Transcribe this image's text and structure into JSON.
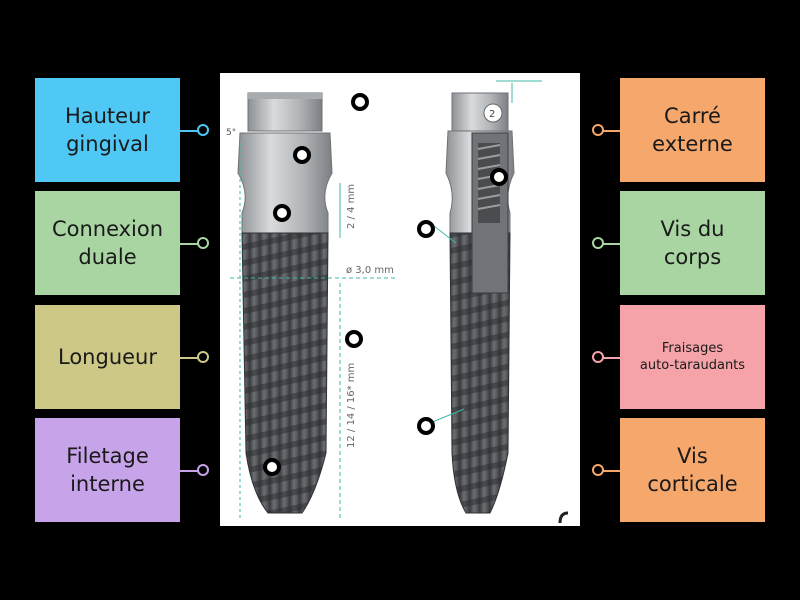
{
  "labels_left": [
    {
      "text": "Hauteur\ngingival",
      "color": "#4fc8f5"
    },
    {
      "text": "Connexion\nduale",
      "color": "#a8d5a2"
    },
    {
      "text": "Longueur",
      "color": "#cdc886"
    },
    {
      "text": "Filetage\ninterne",
      "color": "#c7a3ea"
    }
  ],
  "labels_right": [
    {
      "text": "Carré\nexterne",
      "color": "#f5a76c"
    },
    {
      "text": "Vis du\ncorps",
      "color": "#a8d5a2"
    },
    {
      "text": "Fraisages\nauto-taraudants",
      "color": "#f5a3a8"
    },
    {
      "text": "Vis\ncorticale",
      "color": "#f5a76c"
    }
  ],
  "figure": {
    "angle": "5°",
    "collar_height": "2 / 4 mm",
    "diameter": "ø 3,0 mm",
    "length": "12 / 14 / 16* mm",
    "marker": "2",
    "implant_color": "#55575b",
    "collar_color": "#b3b5b8",
    "dimension_color": "#3fb8a8"
  }
}
